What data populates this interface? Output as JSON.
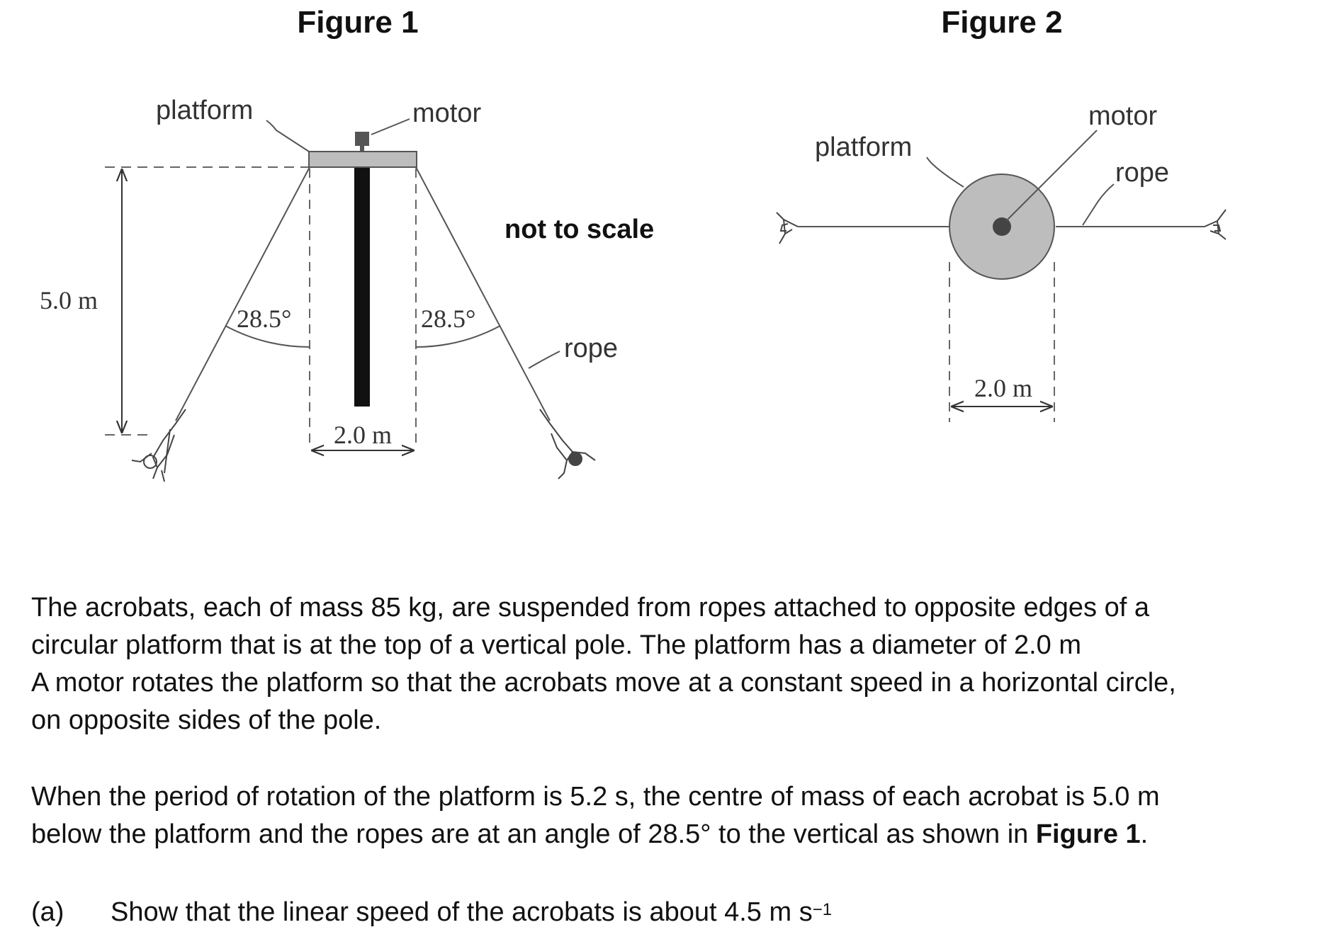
{
  "figure1": {
    "title": "Figure 1",
    "label_platform": "platform",
    "label_motor": "motor",
    "label_not_to_scale": "not to scale",
    "label_rope": "rope",
    "label_height": "5.0 m",
    "label_angle_left": "28.5°",
    "label_angle_right": "28.5°",
    "label_width": "2.0 m"
  },
  "figure2": {
    "title": "Figure 2",
    "label_platform": "platform",
    "label_motor": "motor",
    "label_rope": "rope",
    "label_diameter": "2.0 m"
  },
  "text": {
    "para1_line1": "The acrobats, each of mass 85 kg, are suspended from ropes attached to opposite edges of a",
    "para1_line2": "circular platform that is at the top of a vertical pole. The platform has a diameter of 2.0 m",
    "para1_line3": "A motor rotates the platform so that the acrobats move at a constant speed in a horizontal circle,",
    "para1_line4": "on opposite sides of the pole.",
    "para2_line1": "When the period of rotation of the platform is 5.2 s, the centre of mass of each acrobat is 5.0 m",
    "para2_line2_start": "below the platform and the ropes are at an angle of 28.5° to the vertical as shown in ",
    "para2_line2_bold": "Figure 1",
    "para2_line2_end": ".",
    "part_a_label": "(a)",
    "part_a_text": "Show that the linear speed of the acrobats is about 4.5 m s",
    "part_a_sup": "−1"
  }
}
